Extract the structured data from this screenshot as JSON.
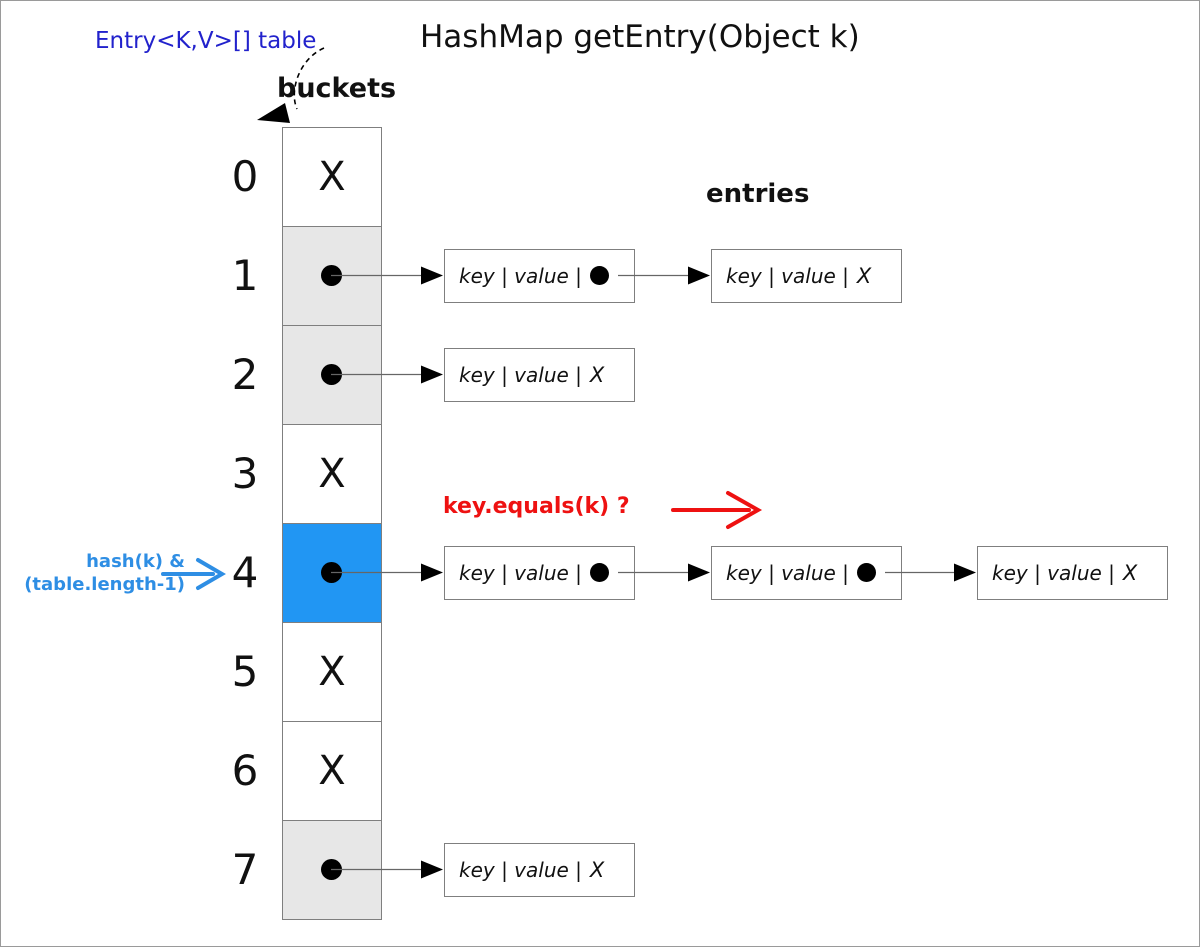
{
  "title": "HashMap getEntry(Object k)",
  "labels": {
    "table_ref": "Entry<K,V>[] table",
    "buckets": "buckets",
    "entries": "entries",
    "hash_line1": "hash(k) &",
    "hash_line2": "(table.length-1)",
    "equals_check": "key.equals(k) ?"
  },
  "colors": {
    "highlight_blue": "#2196f3",
    "label_blue": "#2e8ee4",
    "ref_blue": "#2222cc",
    "alert_red": "#ee1111",
    "bucket_gray": "#e7e7e7",
    "border_gray": "#7f7f7f",
    "connector_gray": "#666666",
    "arrow_black": "#000000"
  },
  "bucket_array": {
    "cells": [
      {
        "index": "0",
        "content": "empty",
        "empty_glyph": "X"
      },
      {
        "index": "1",
        "content": "pointer"
      },
      {
        "index": "2",
        "content": "pointer"
      },
      {
        "index": "3",
        "content": "empty",
        "empty_glyph": "X"
      },
      {
        "index": "4",
        "content": "pointer",
        "highlighted": true
      },
      {
        "index": "5",
        "content": "empty",
        "empty_glyph": "X"
      },
      {
        "index": "6",
        "content": "empty",
        "empty_glyph": "X"
      },
      {
        "index": "7",
        "content": "pointer"
      }
    ]
  },
  "entry_rows": [
    {
      "bucket": 1,
      "nodes": [
        {
          "label": "key | value |",
          "next": "pointer"
        },
        {
          "label": "key | value |",
          "next": "null",
          "null_glyph": "X"
        }
      ]
    },
    {
      "bucket": 2,
      "nodes": [
        {
          "label": "key | value |",
          "next": "null",
          "null_glyph": "X"
        }
      ]
    },
    {
      "bucket": 4,
      "nodes": [
        {
          "label": "key | value |",
          "next": "pointer"
        },
        {
          "label": "key | value |",
          "next": "pointer"
        },
        {
          "label": "key | value |",
          "next": "null",
          "null_glyph": "X"
        }
      ]
    },
    {
      "bucket": 7,
      "nodes": [
        {
          "label": "key | value |",
          "next": "null",
          "null_glyph": "X"
        }
      ]
    }
  ]
}
